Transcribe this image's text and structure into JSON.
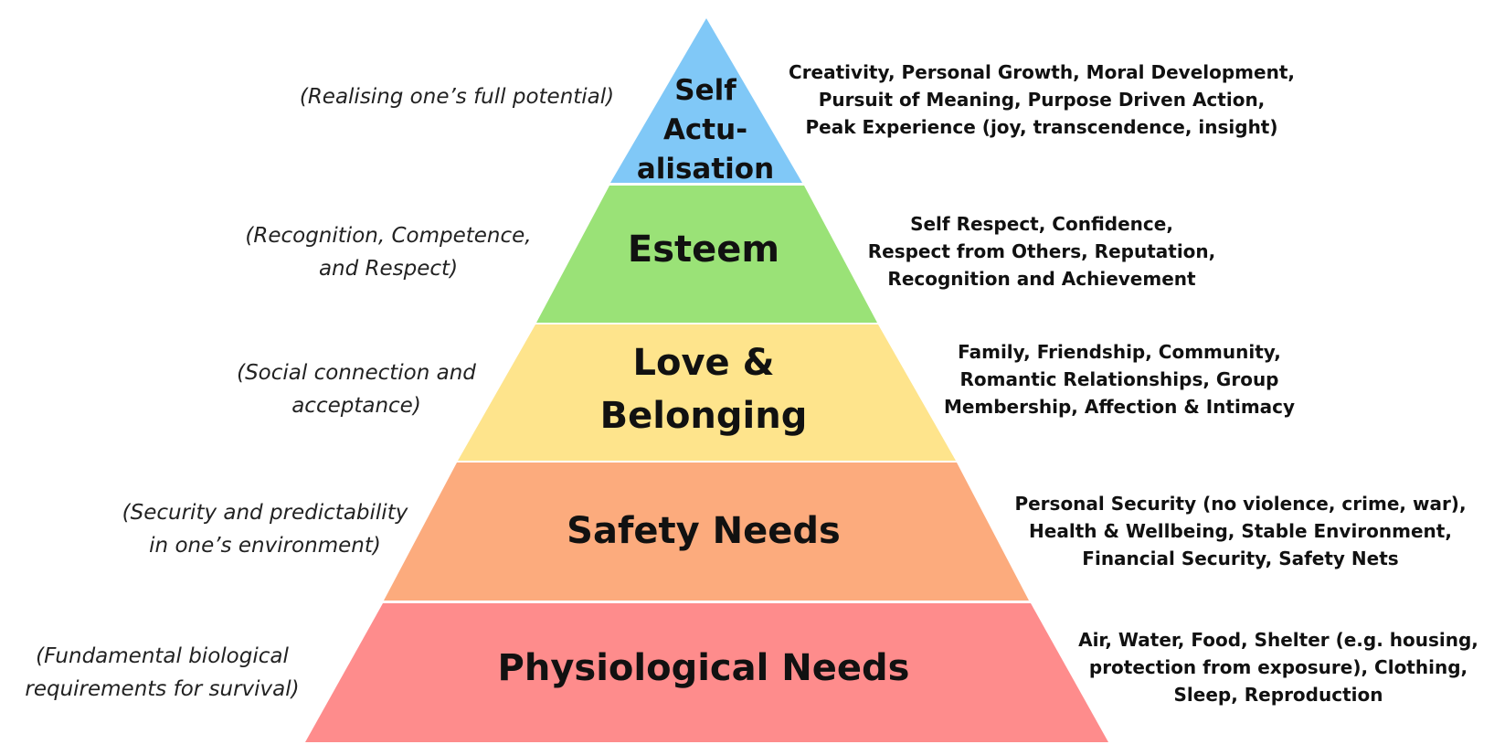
{
  "colors": {
    "self_actualisation": "#80c8f7",
    "esteem": "#9ae277",
    "love_belonging": "#fee48c",
    "safety": "#fcab7d",
    "physiological": "#fe8c8c",
    "separator": "#ffffff",
    "text": "#111111"
  },
  "tiers": {
    "self_actualisation": {
      "label": [
        "Self",
        "Actu-",
        "alisation"
      ],
      "description": [
        "(Realising one’s full potential)"
      ],
      "examples": [
        "Creativity, Personal Growth, Moral Development,",
        "Pursuit of Meaning, Purpose Driven Action,",
        "Peak Experience (joy, transcendence, insight)"
      ]
    },
    "esteem": {
      "label": [
        "Esteem"
      ],
      "description": [
        "(Recognition, Competence,",
        "and Respect)"
      ],
      "examples": [
        "Self Respect, Confidence,",
        "Respect from Others, Reputation,",
        "Recognition and Achievement"
      ]
    },
    "love_belonging": {
      "label": [
        "Love &",
        "Belonging"
      ],
      "description": [
        "(Social connection and",
        "acceptance)"
      ],
      "examples": [
        "Family, Friendship, Community,",
        "Romantic Relationships, Group",
        "Membership, Affection & Intimacy"
      ]
    },
    "safety": {
      "label": [
        "Safety Needs"
      ],
      "description": [
        "(Security and predictability",
        "in one’s environment)"
      ],
      "examples": [
        "Personal Security (no violence, crime, war),",
        "Health & Wellbeing, Stable Environment,",
        "Financial Security, Safety Nets"
      ]
    },
    "physiological": {
      "label": [
        "Physiological Needs"
      ],
      "description": [
        "(Fundamental biological",
        "requirements for survival)"
      ],
      "examples": [
        "Air, Water, Food, Shelter (e.g. housing,",
        "protection from exposure), Clothing,",
        "Sleep, Reproduction"
      ]
    }
  }
}
